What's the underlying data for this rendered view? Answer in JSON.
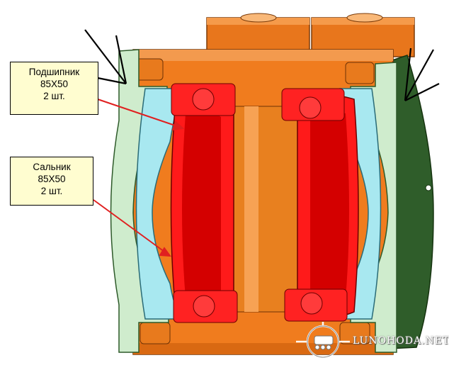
{
  "callouts": {
    "bearing": {
      "title": "Подшипник",
      "size": "85Х50",
      "qty": "2 шт."
    },
    "seal": {
      "title": "Сальник",
      "size": "85Х50",
      "qty": "2 шт."
    }
  },
  "watermark": {
    "text": "LUNOHODA.NET"
  },
  "colors": {
    "housing": "#f07c1e",
    "housing_dark": "#c9600f",
    "bearing": "#ff1a1a",
    "seal_cyan": "#a8e8f0",
    "cover_green": "#cfeccd",
    "flange_dark": "#2f5d2a",
    "arrow": "#e02020"
  }
}
